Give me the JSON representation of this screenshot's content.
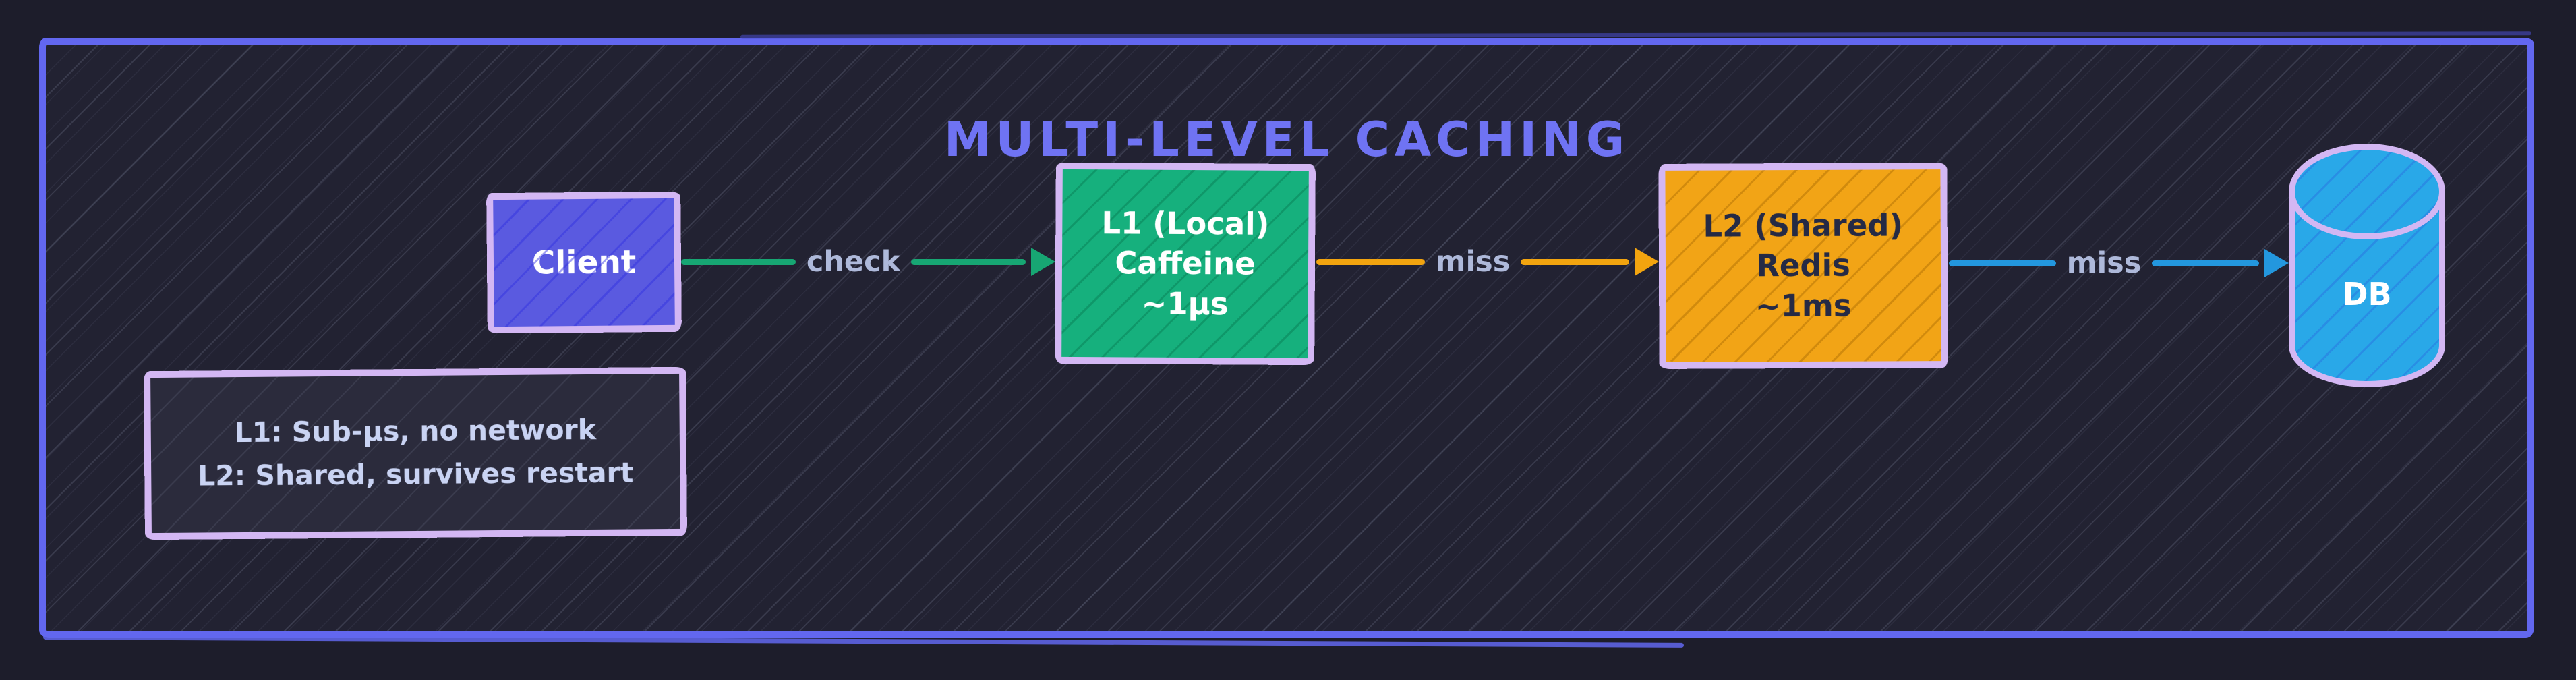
{
  "title": "MULTI-LEVEL CACHING",
  "nodes": {
    "client": {
      "label": "Client",
      "fill": "#5a5ae0"
    },
    "l1": {
      "line1": "L1 (Local)",
      "line2": "Caffeine",
      "line3": "~1μs",
      "fill": "#16b07d"
    },
    "l2": {
      "line1": "L2 (Shared)",
      "line2": "Redis",
      "line3": "~1ms",
      "fill": "#f2a416"
    },
    "db": {
      "label": "DB",
      "fill": "#29a8e8"
    }
  },
  "edges": [
    {
      "label": "check",
      "color": "#17a673"
    },
    {
      "label": "miss",
      "color": "#f2a40f"
    },
    {
      "label": "miss",
      "color": "#2397de"
    }
  ],
  "note": {
    "line1": "L1: Sub-μs, no network",
    "line2": "L2: Shared, survives restart"
  },
  "colors": {
    "background": "#1d1d2b",
    "frame_border": "#6267ef",
    "title_text": "#6f73f3",
    "node_border": "#d3b7f3",
    "edge_label_text": "#aeb9da",
    "note_fill": "#2b2b3c",
    "note_text": "#c9d3f3"
  }
}
